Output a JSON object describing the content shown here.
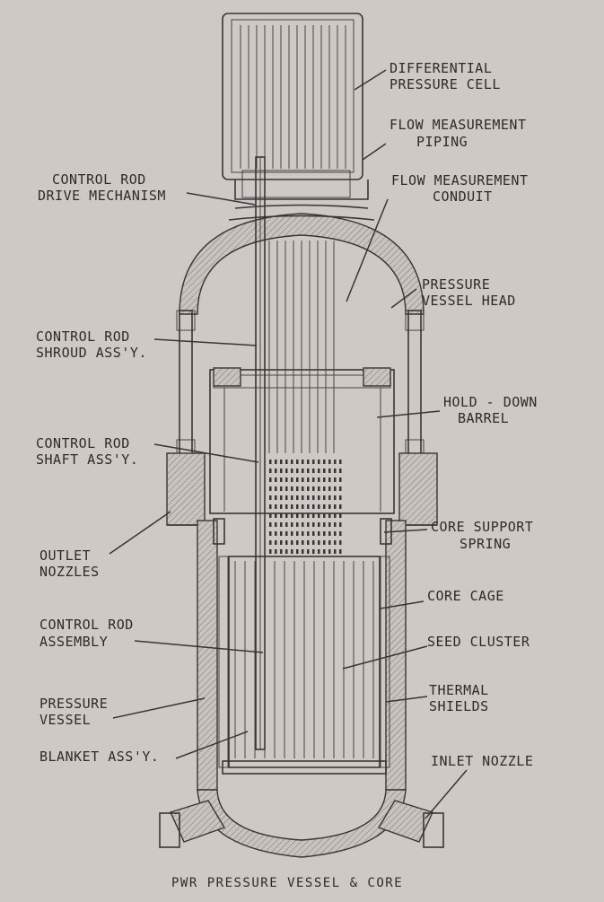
{
  "title": "PWR PRESSURE VESSEL & CORE",
  "labels": {
    "differential_pressure_cell": [
      "DIFFERENTIAL",
      "PRESSURE CELL"
    ],
    "flow_measurement_piping": [
      "FLOW MEASUREMENT",
      "PIPING"
    ],
    "control_rod_drive_mechanism": [
      "CONTROL ROD",
      "DRIVE MECHANISM"
    ],
    "flow_measurement_conduit": [
      "FLOW MEASUREMENT",
      "CONDUIT"
    ],
    "pressure_vessel_head": [
      "PRESSURE",
      "VESSEL HEAD"
    ],
    "control_rod_shroud_assy": [
      "CONTROL ROD",
      "SHROUD ASS'Y."
    ],
    "hold_down_barrel": [
      "HOLD - DOWN",
      "BARREL"
    ],
    "control_rod_shaft_assy": [
      "CONTROL ROD",
      "SHAFT ASS'Y."
    ],
    "core_support_spring": [
      "CORE SUPPORT",
      "SPRING"
    ],
    "outlet_nozzles": [
      "OUTLET",
      "NOZZLES"
    ],
    "core_cage": [
      "CORE CAGE"
    ],
    "control_rod_assembly": [
      "CONTROL ROD",
      "ASSEMBLY"
    ],
    "seed_cluster": [
      "SEED CLUSTER"
    ],
    "pressure_vessel": [
      "PRESSURE",
      "VESSEL"
    ],
    "thermal_shields": [
      "THERMAL",
      "SHIELDS"
    ],
    "blanket_assy": [
      "BLANKET ASS'Y."
    ],
    "inlet_nozzle": [
      "INLET NOZZLE"
    ]
  }
}
